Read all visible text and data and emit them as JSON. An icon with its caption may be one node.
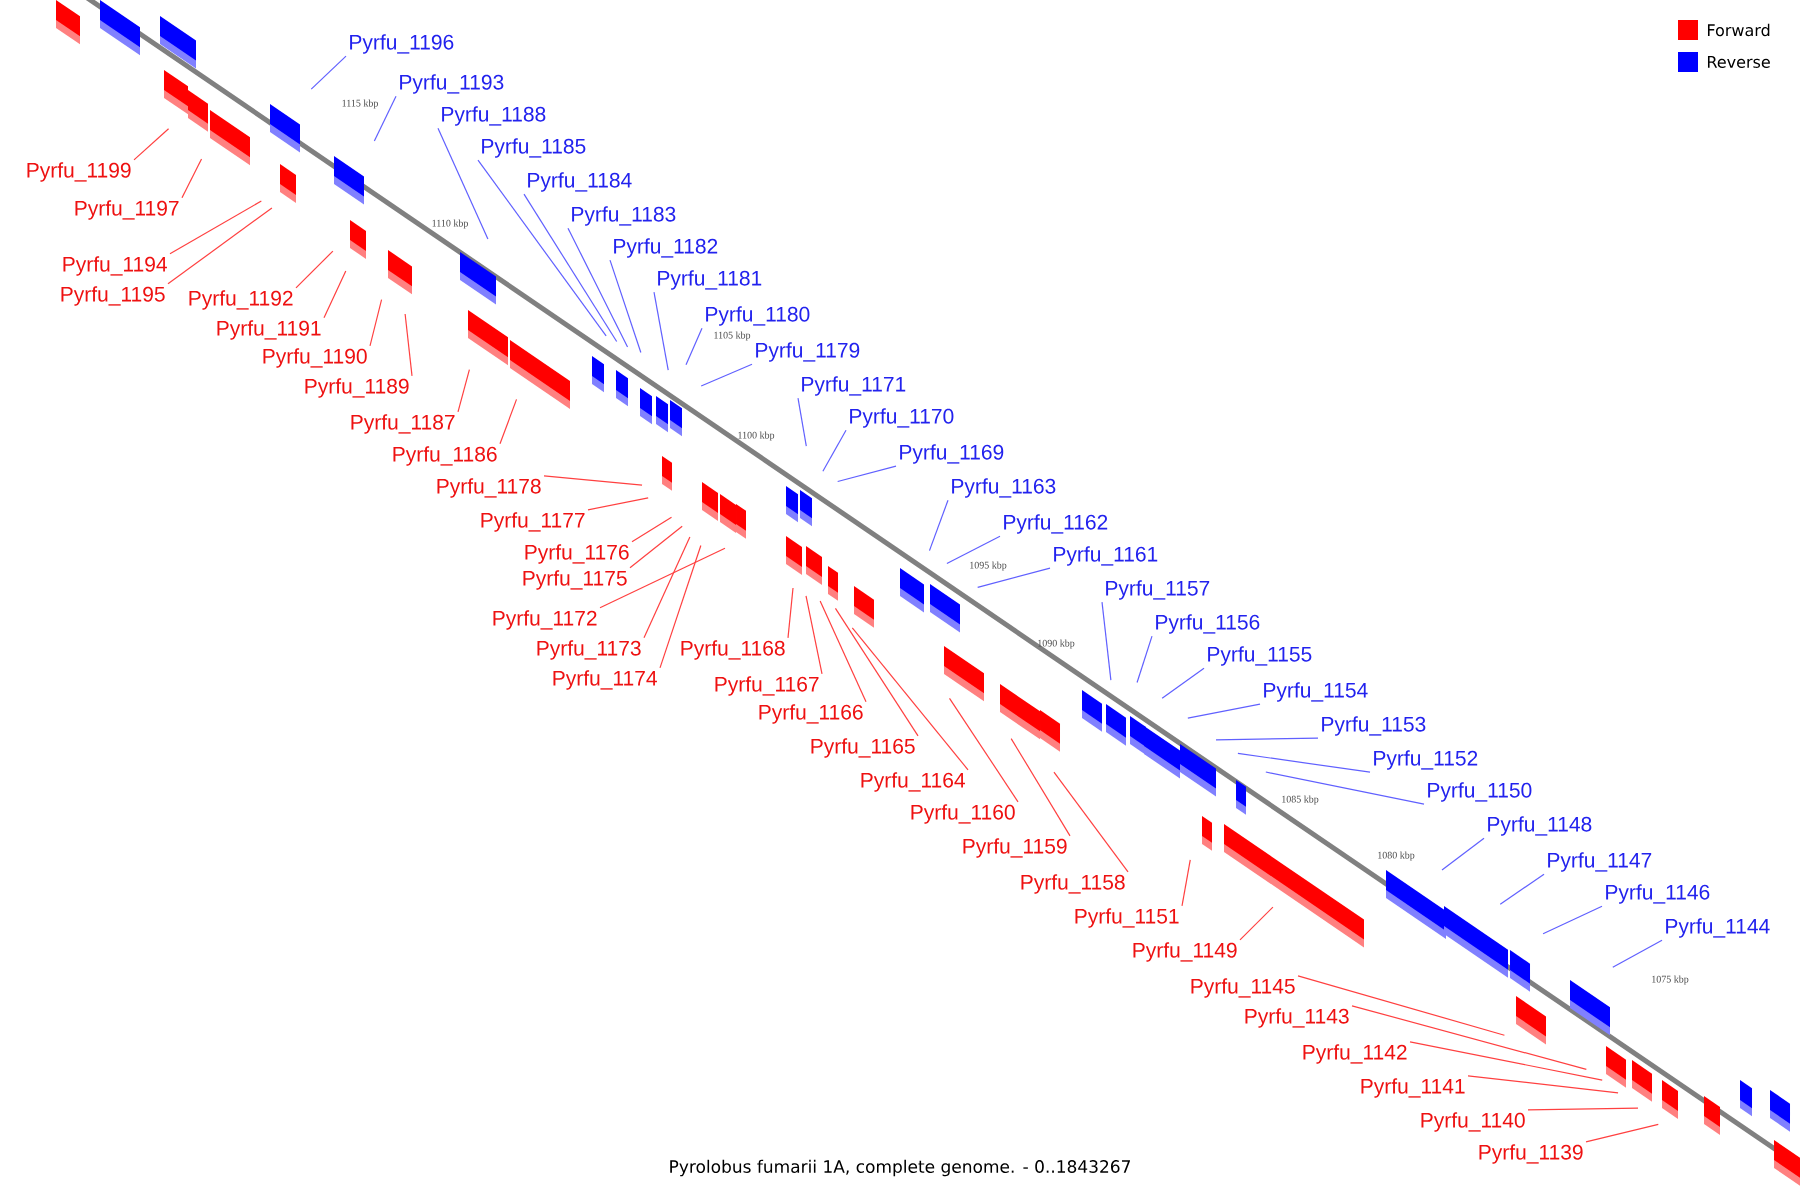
{
  "diagram": {
    "caption": "Pyrolobus fumarii 1A, complete genome. - 0..1843267",
    "nodes": [
      {
        "text": [
          "Pyrfu_1196"
        ]
      },
      {
        "text": [
          "Pyrfu_1193"
        ]
      },
      {
        "text": [
          "Pyrfu_1188"
        ]
      },
      {
        "text": [
          "Pyrfu_1185"
        ]
      },
      {
        "text": [
          "Pyrfu_1199"
        ]
      },
      {
        "text": [
          "Pyrfu_1184"
        ]
      },
      {
        "text": [
          "Pyrfu_1197"
        ]
      },
      {
        "text": [
          "Pyrfu_1183"
        ]
      },
      {
        "text": [
          "Pyrfu_1182"
        ]
      },
      {
        "text": [
          "Pyrfu_1194"
        ]
      },
      {
        "text": [
          "Pyrfu_1181"
        ]
      },
      {
        "text": [
          "Pyrfu_1195"
        ]
      },
      {
        "text": [
          "Pyrfu_1192"
        ]
      },
      {
        "text": [
          "Pyrfu_1180"
        ]
      },
      {
        "text": [
          "Pyrfu_1191"
        ]
      },
      {
        "text": [
          "Pyrfu_1179"
        ]
      },
      {
        "text": [
          "Pyrfu_1190"
        ]
      },
      {
        "text": [
          "Pyrfu_1171"
        ]
      },
      {
        "text": [
          "Pyrfu_1189"
        ]
      },
      {
        "text": [
          "Pyrfu_1170"
        ]
      },
      {
        "text": [
          "Pyrfu_1187"
        ]
      },
      {
        "text": [
          "Pyrfu_1169"
        ]
      },
      {
        "text": [
          "Pyrfu_1186"
        ]
      },
      {
        "text": [
          "Pyrfu_1163"
        ]
      },
      {
        "text": [
          "Pyrfu_1178"
        ]
      },
      {
        "text": [
          "Pyrfu_1177"
        ]
      },
      {
        "text": [
          "Pyrfu_1162"
        ]
      },
      {
        "text": [
          "Pyrfu_1176"
        ]
      },
      {
        "text": [
          "Pyrfu_1161"
        ]
      },
      {
        "text": [
          "Pyrfu_1175"
        ]
      },
      {
        "text": [
          "Pyrfu_1157"
        ]
      },
      {
        "text": [
          "Pyrfu_1172"
        ]
      },
      {
        "text": [
          "Pyrfu_1156"
        ]
      },
      {
        "text": [
          "Pyrfu_1173"
        ]
      },
      {
        "text": [
          "Pyrfu_1168"
        ]
      },
      {
        "text": [
          "Pyrfu_1155"
        ]
      },
      {
        "text": [
          "Pyrfu_1174"
        ]
      },
      {
        "text": [
          "Pyrfu_1167"
        ]
      },
      {
        "text": [
          "Pyrfu_1154"
        ]
      },
      {
        "text": [
          "Pyrfu_1166"
        ]
      },
      {
        "text": [
          "Pyrfu_1153"
        ]
      },
      {
        "text": [
          "Pyrfu_1165"
        ]
      },
      {
        "text": [
          "Pyrfu_1152"
        ]
      },
      {
        "text": [
          "Pyrfu_1164"
        ]
      },
      {
        "text": [
          "Pyrfu_1150"
        ]
      },
      {
        "text": [
          "Pyrfu_1160"
        ]
      },
      {
        "text": [
          "Pyrfu_1148"
        ]
      },
      {
        "text": [
          "Pyrfu_1159"
        ]
      },
      {
        "text": [
          "Pyrfu_1147"
        ]
      },
      {
        "text": [
          "Pyrfu_1158"
        ]
      },
      {
        "text": [
          "Pyrfu_1146"
        ]
      },
      {
        "text": [
          "Pyrfu_1151"
        ]
      },
      {
        "text": [
          "Pyrfu_1144"
        ]
      },
      {
        "text": [
          "Pyrfu_1149"
        ]
      },
      {
        "text": [
          "Pyrfu_1145"
        ]
      },
      {
        "text": [
          "Pyrfu_1143"
        ]
      },
      {
        "text": [
          "Pyrfu_1142"
        ]
      },
      {
        "text": [
          "Pyrfu_1141"
        ]
      },
      {
        "text": [
          "Pyrfu_1140"
        ]
      },
      {
        "text": [
          "Pyrfu_1139"
        ]
      }
    ],
    "edges": [
      {
        "from": 0,
        "to": null,
        "arrow": "none",
        "color": "#6060ff"
      },
      {
        "from": 1,
        "to": null,
        "arrow": "none",
        "color": "#6060ff"
      },
      {
        "from": 2,
        "to": null,
        "arrow": "none",
        "color": "#6060ff"
      },
      {
        "from": 3,
        "to": null,
        "arrow": "none",
        "color": "#6060ff"
      },
      {
        "from": 4,
        "to": null,
        "arrow": "none"
      },
      {
        "from": 5,
        "to": null,
        "arrow": "none",
        "color": "#6060ff"
      },
      {
        "from": 6,
        "to": null,
        "arrow": "none"
      },
      {
        "from": 7,
        "to": null,
        "arrow": "none",
        "color": "#6060ff"
      },
      {
        "from": 8,
        "to": null,
        "arrow": "none",
        "color": "#6060ff"
      },
      {
        "from": 9,
        "to": null,
        "arrow": "none"
      },
      {
        "from": 10,
        "to": null,
        "arrow": "none",
        "color": "#6060ff"
      },
      {
        "from": 11,
        "to": null,
        "arrow": "none"
      },
      {
        "from": 12,
        "to": null,
        "arrow": "none"
      },
      {
        "from": 13,
        "to": null,
        "arrow": "none",
        "color": "#6060ff"
      },
      {
        "from": 14,
        "to": null,
        "arrow": "none"
      },
      {
        "from": 15,
        "to": null,
        "arrow": "none",
        "color": "#6060ff"
      },
      {
        "from": 16,
        "to": null,
        "arrow": "none"
      },
      {
        "from": 17,
        "to": null,
        "arrow": "none",
        "color": "#6060ff"
      },
      {
        "from": 18,
        "to": null,
        "arrow": "none"
      },
      {
        "from": 19,
        "to": null,
        "arrow": "none",
        "color": "#6060ff"
      },
      {
        "from": 20,
        "to": null,
        "arrow": "none"
      },
      {
        "from": 21,
        "to": null,
        "arrow": "none",
        "color": "#6060ff"
      },
      {
        "from": 22,
        "to": null,
        "arrow": "none"
      },
      {
        "from": 23,
        "to": null,
        "arrow": "none",
        "color": "#6060ff"
      },
      {
        "from": 24,
        "to": null,
        "arrow": "none"
      },
      {
        "from": 25,
        "to": null,
        "arrow": "none"
      },
      {
        "from": 26,
        "to": null,
        "arrow": "none",
        "color": "#6060ff"
      },
      {
        "from": 27,
        "to": null,
        "arrow": "none"
      },
      {
        "from": 28,
        "to": null,
        "arrow": "none",
        "color": "#6060ff"
      },
      {
        "from": 29,
        "to": null,
        "arrow": "none"
      },
      {
        "from": 30,
        "to": null,
        "arrow": "none",
        "color": "#6060ff"
      },
      {
        "from": 31,
        "to": null,
        "arrow": "none"
      },
      {
        "from": 32,
        "to": null,
        "arrow": "none",
        "color": "#6060ff"
      },
      {
        "from": 33,
        "to": null,
        "arrow": "none"
      },
      {
        "from": 34,
        "to": null,
        "arrow": "none"
      },
      {
        "from": 35,
        "to": null,
        "arrow": "none",
        "color": "#6060ff"
      },
      {
        "from": 36,
        "to": null,
        "arrow": "none"
      },
      {
        "from": 37,
        "to": null,
        "arrow": "none"
      },
      {
        "from": 38,
        "to": null,
        "arrow": "none",
        "color": "#6060ff"
      },
      {
        "from": 39,
        "to": null,
        "arrow": "none"
      },
      {
        "from": 40,
        "to": null,
        "arrow": "none",
        "color": "#6060ff"
      },
      {
        "from": 41,
        "to": null,
        "arrow": "none"
      },
      {
        "from": 42,
        "to": null,
        "arrow": "none",
        "color": "#6060ff"
      },
      {
        "from": 43,
        "to": null,
        "arrow": "none"
      },
      {
        "from": 44,
        "to": null,
        "arrow": "none",
        "color": "#6060ff"
      },
      {
        "from": 45,
        "to": null,
        "arrow": "none"
      },
      {
        "from": 46,
        "to": null,
        "arrow": "none",
        "color": "#6060ff"
      },
      {
        "from": 47,
        "to": null,
        "arrow": "none"
      },
      {
        "from": 48,
        "to": null,
        "arrow": "none",
        "color": "#6060ff"
      },
      {
        "from": 49,
        "to": null,
        "arrow": "none"
      },
      {
        "from": 50,
        "to": null,
        "arrow": "none",
        "color": "#6060ff"
      },
      {
        "from": 51,
        "to": null,
        "arrow": "none"
      },
      {
        "from": 52,
        "to": null,
        "arrow": "none",
        "color": "#6060ff"
      },
      {
        "from": 53,
        "to": null,
        "arrow": "none"
      },
      {
        "from": 54,
        "to": null,
        "arrow": "none"
      },
      {
        "from": 55,
        "to": null,
        "arrow": "none"
      },
      {
        "from": 56,
        "to": null,
        "arrow": "none"
      },
      {
        "from": 57,
        "to": null,
        "arrow": "none"
      },
      {
        "from": 58,
        "to": null,
        "arrow": "none"
      },
      {
        "from": 59,
        "to": null,
        "arrow": "none"
      }
    ],
    "labels": [
      "1115 kbp",
      "1110 kbp",
      "1105 kbp",
      "1100 kbp",
      "1095 kbp",
      "1090 kbp",
      "1085 kbp",
      "1080 kbp",
      "1075 kbp"
    ],
    "legend": [
      {
        "text": "Forward",
        "color": "#ff0000"
      },
      {
        "text": "Reverse",
        "color": "#0000ff"
      }
    ]
  }
}
